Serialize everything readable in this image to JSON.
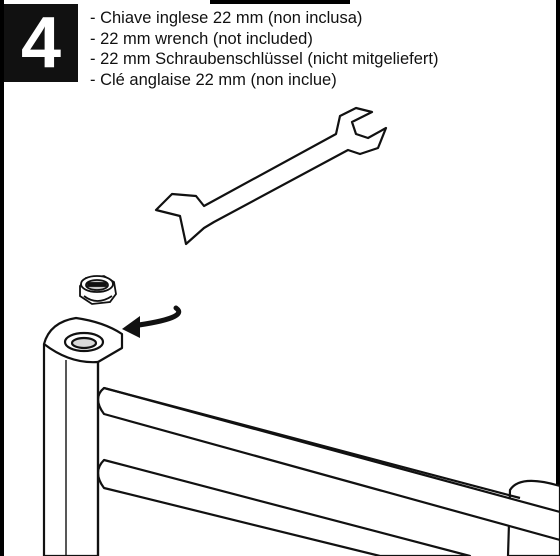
{
  "step": {
    "number": "4",
    "instructions": [
      "Chiave inglese 22 mm (non inclusa)",
      "22 mm wrench (not included)",
      "22 mm Schraubenschlüssel (nicht mitgeliefert)",
      "Clé anglaise 22 mm (non inclue)"
    ]
  },
  "illustration": {
    "parts": [
      "open-end-wrench",
      "plug-fitting",
      "rotation-arrow",
      "radiator-towel-rail"
    ]
  }
}
